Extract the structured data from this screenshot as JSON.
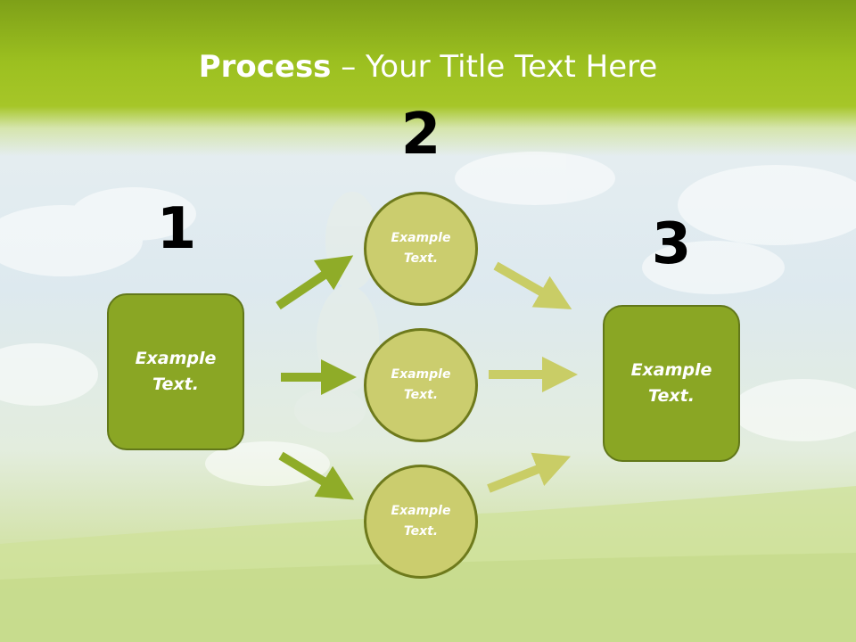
{
  "slide": {
    "title_bold": "Process",
    "title_rest": " – Your Title Text Here"
  },
  "steps": {
    "n1": "1",
    "n2": "2",
    "n3": "3"
  },
  "nodes": {
    "left_box": "Example\nText.",
    "circle_top": "Example\nText.",
    "circle_middle": "Example\nText.",
    "circle_bottom": "Example\nText.",
    "right_box": "Example\nText."
  },
  "colors": {
    "header": "#9cc020",
    "box_fill": "#8aa624",
    "circle_fill": "#cbcd6e",
    "arrow_left": "#8fac28",
    "arrow_right": "#c9cd66"
  }
}
